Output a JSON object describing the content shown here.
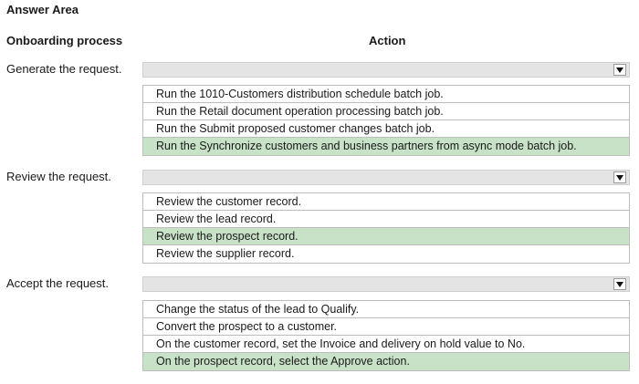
{
  "answer_area_title": "Answer Area",
  "headers": {
    "onboarding": "Onboarding process",
    "action": "Action"
  },
  "colors": {
    "selected": "#c8e2c8",
    "dropdown_bg": "#e4e4e4"
  },
  "rows": [
    {
      "label": "Generate the request.",
      "options": [
        "Run the 1010-Customers distribution schedule batch job.",
        "Run the Retail document operation processing batch job.",
        "Run the Submit proposed customer changes batch job.",
        "Run the Synchronize customers and business partners from async mode batch job."
      ],
      "selected_index": 3
    },
    {
      "label": "Review the request.",
      "options": [
        "Review the customer record.",
        "Review the lead record.",
        "Review the prospect record.",
        "Review the supplier record."
      ],
      "selected_index": 2
    },
    {
      "label": "Accept the request.",
      "options": [
        "Change the status of the lead to Qualify.",
        "Convert the prospect to a customer.",
        "On the customer record, set the Invoice and delivery on hold value to No.",
        "On the prospect record, select the Approve action."
      ],
      "selected_index": 3
    }
  ]
}
